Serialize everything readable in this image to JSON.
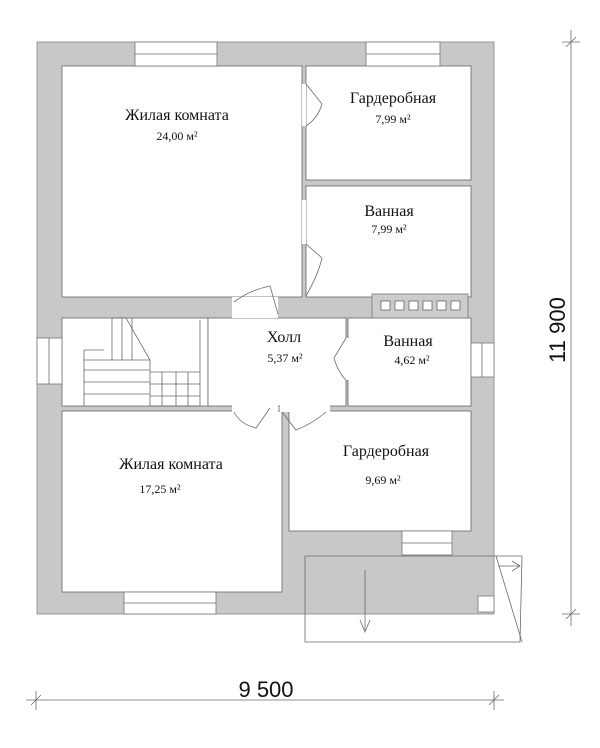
{
  "rooms": {
    "living_top": {
      "name": "Жилая комната",
      "area": "24,00 м²"
    },
    "wardrobe_top": {
      "name": "Гардеробная",
      "area": "7,99 м²"
    },
    "bath_1": {
      "name": "Ванная",
      "area": "7,99 м²"
    },
    "hall": {
      "name": "Холл",
      "area": "5,37 м²"
    },
    "bath_2": {
      "name": "Ванная",
      "area": "4,62 м²"
    },
    "living_bottom": {
      "name": "Жилая комната",
      "area": "17,25 м²"
    },
    "wardrobe_bottom": {
      "name": "Гардеробная",
      "area": "9,69 м²"
    }
  },
  "dimensions": {
    "width": "9 500",
    "height": "11 900"
  },
  "colors": {
    "wall": "#c8c8c8",
    "line": "#666666"
  }
}
